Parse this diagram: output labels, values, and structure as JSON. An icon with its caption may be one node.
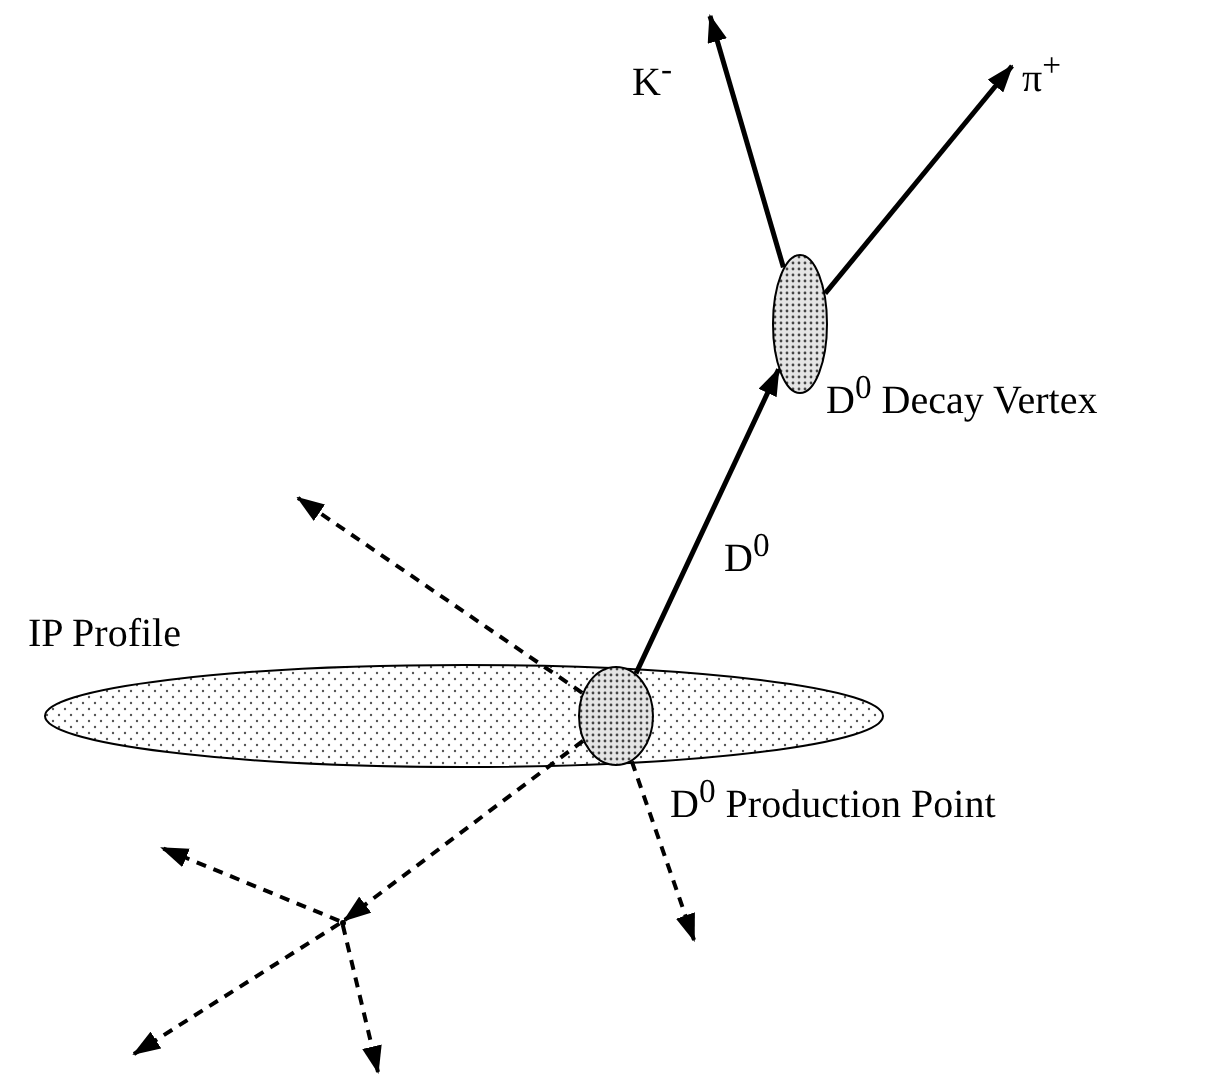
{
  "diagram": {
    "nodes": [
      {
        "text": [
          "IP Profile"
        ]
      },
      {
        "text": [
          "D$^{0}$ Production Point"
        ],
        "in": 0
      },
      {
        "text": [
          "D$^{0}$ Decay Vertex"
        ]
      },
      {
        "text": [],
        "shape": "point"
      }
    ],
    "edges": [
      {
        "from": 1,
        "to": 2,
        "arrow": "to",
        "label": "D$^{0}$"
      },
      {
        "from": 2,
        "to": null,
        "arrow": "to",
        "label": "K$^{-}$"
      },
      {
        "from": 2,
        "to": null,
        "arrow": "to",
        "label": "π$^{+}$"
      },
      {
        "from": 1,
        "to": null,
        "arrow": "to",
        "style": "dashed"
      },
      {
        "from": 1,
        "to": null,
        "arrow": "to",
        "style": "dashed"
      },
      {
        "from": 1,
        "to": 3,
        "arrow": "to",
        "style": "dashed"
      },
      {
        "from": 3,
        "to": null,
        "arrow": "to",
        "style": "dashed"
      },
      {
        "from": 3,
        "to": null,
        "arrow": "to",
        "style": "dashed"
      },
      {
        "from": 3,
        "to": null,
        "arrow": "to",
        "style": "dashed"
      }
    ]
  }
}
